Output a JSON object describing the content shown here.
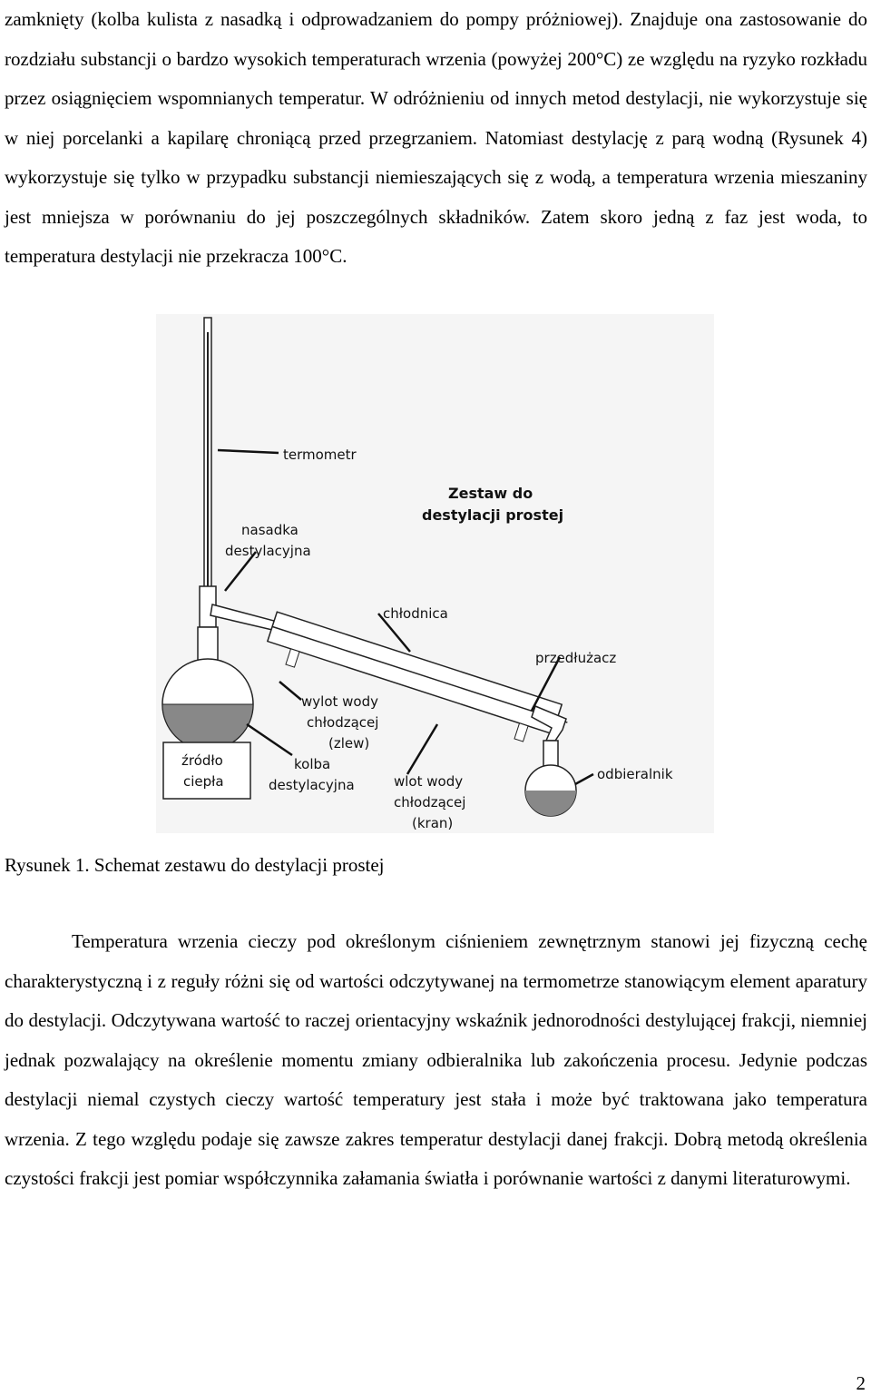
{
  "paragraph_1": "zamknięty (kolba kulista z nasadką i odprowadzaniem do pompy próżniowej). Znajduje ona zastosowanie do rozdziału substancji o bardzo wysokich temperaturach wrzenia (powyżej 200°C) ze względu na ryzyko rozkładu przez osiągnięciem wspomnianych temperatur. W odróżnieniu od innych metod destylacji, nie wykorzystuje się w niej porcelanki a kapilarę chroniącą przed przegrzaniem. Natomiast destylację z parą wodną (Rysunek 4) wykorzystuje się tylko w przypadku substancji niemieszających się z wodą, a temperatura wrzenia mieszaniny jest mniejsza w porównaniu do jej poszczególnych składników. Zatem skoro jedną z faz jest woda, to temperatura destylacji nie przekracza 100°C.",
  "figure": {
    "title_line1": "Zestaw do",
    "title_line2": "destylacji prostej",
    "labels": {
      "termometr": "termometr",
      "nasadka_1": "nasadka",
      "nasadka_2": "destylacyjna",
      "chlodnica": "chłodnica",
      "przedluzacz": "przedłużacz",
      "wylot_1": "wylot wody",
      "wylot_2": "chłodzącej",
      "wylot_3": "(zlew)",
      "zrodlo_1": "źródło",
      "zrodlo_2": "ciepła",
      "kolba_1": "kolba",
      "kolba_2": "destylacyjna",
      "wlot_1": "wlot wody",
      "wlot_2": "chłodzącej",
      "wlot_3": "(kran)",
      "odbieralnik": "odbieralnik"
    }
  },
  "caption": "Rysunek 1. Schemat zestawu do destylacji prostej",
  "paragraph_2": "Temperatura wrzenia cieczy pod określonym ciśnieniem zewnętrznym stanowi jej fizyczną cechę charakterystyczną i z reguły różni się od wartości odczytywanej na termometrze stanowiącym element aparatury do destylacji. Odczytywana wartość to raczej orientacyjny wskaźnik jednorodności destylującej frakcji, niemniej jednak pozwalający na określenie momentu zmiany odbieralnika lub zakończenia procesu. Jedynie podczas destylacji niemal czystych cieczy wartość temperatury jest stała i może być traktowana jako temperatura wrzenia. Z tego względu podaje się zawsze zakres temperatur destylacji danej frakcji. Dobrą metodą określenia czystości frakcji jest pomiar współczynnika załamania światła i porównanie wartości z danymi literaturowymi.",
  "page_number": "2"
}
